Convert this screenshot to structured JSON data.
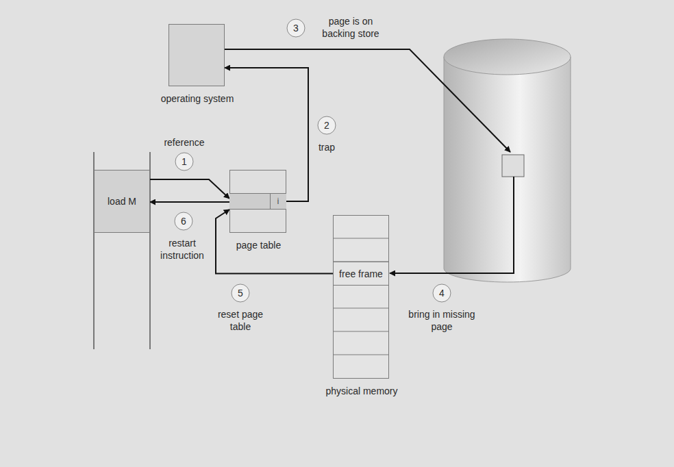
{
  "diagram": {
    "nodes": [
      {
        "text": [
          "operating system"
        ]
      },
      {
        "text": [
          "load M"
        ]
      },
      {
        "text": [
          "page table"
        ]
      },
      {
        "text": [
          "i"
        ],
        "in": 2
      },
      {
        "text": [
          "physical memory"
        ]
      },
      {
        "text": [
          "free frame"
        ],
        "in": 4
      }
    ],
    "edges": [
      {
        "from": 1,
        "to": 3,
        "arrow": "to",
        "label": "reference"
      },
      {
        "from": 3,
        "to": 0,
        "arrow": "to",
        "label": "trap"
      },
      {
        "from": 5,
        "to": 3,
        "arrow": "to",
        "label": "reset page table"
      },
      {
        "from": 3,
        "to": 1,
        "arrow": "to",
        "label": "restart instruction"
      }
    ],
    "labels": [
      "3",
      "page is on backing store",
      "2",
      "1",
      "6",
      "5",
      "4",
      "bring in missing page"
    ]
  }
}
